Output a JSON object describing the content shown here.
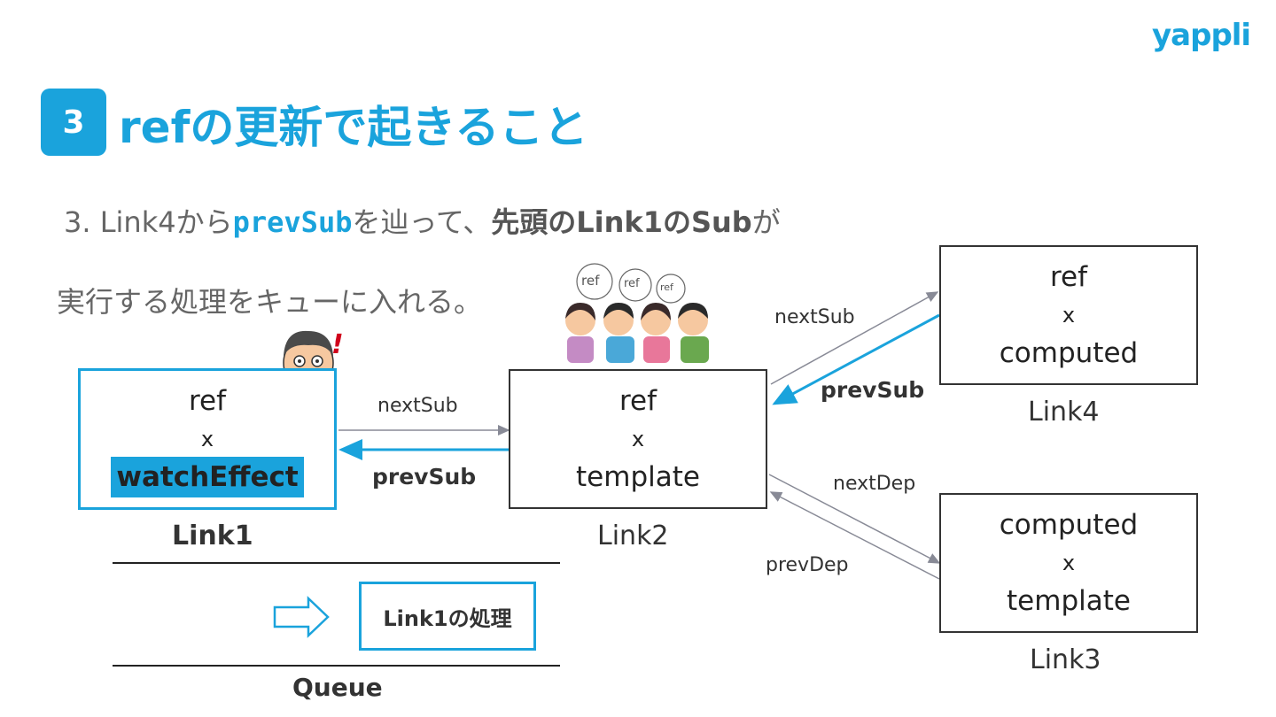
{
  "colors": {
    "accent": "#1aa3dc",
    "text": "#333333",
    "muted": "#666666",
    "arrow": "#888a96"
  },
  "brand": "yappli",
  "header": {
    "number": "3",
    "title": "refの更新で起きること"
  },
  "body": {
    "line1_prefix": "3. Link4から",
    "line1_code": "prevSub",
    "line1_mid": "を辿って、",
    "line1_bold": "先頭のLink1のSub",
    "line1_suffix": "が",
    "line2": "実行する処理をキューに入れる。"
  },
  "nodes": {
    "link1": {
      "top": "ref",
      "x": "x",
      "bottom": "watchEffect",
      "caption": "Link1"
    },
    "link2": {
      "top": "ref",
      "x": "x",
      "bottom": "template",
      "caption": "Link2"
    },
    "link3": {
      "top": "computed",
      "x": "x",
      "bottom": "template",
      "caption": "Link3"
    },
    "link4": {
      "top": "ref",
      "x": "x",
      "bottom": "computed",
      "caption": "Link4"
    }
  },
  "edges": {
    "l1_l2_next": "nextSub",
    "l2_l1_prev": "prevSub",
    "l2_l4_next": "nextSub",
    "l4_l2_prev": "prevSub",
    "l2_l3_next": "nextDep",
    "l3_l2_prev": "prevDep"
  },
  "speech": [
    "ref",
    "ref",
    "ref"
  ],
  "exclaim": "!",
  "queue": {
    "label": "Queue",
    "item": "Link1の処理"
  },
  "icons": [
    "surprised-man-icon",
    "gossiping-people-icon",
    "hollow-arrow-right-icon"
  ]
}
